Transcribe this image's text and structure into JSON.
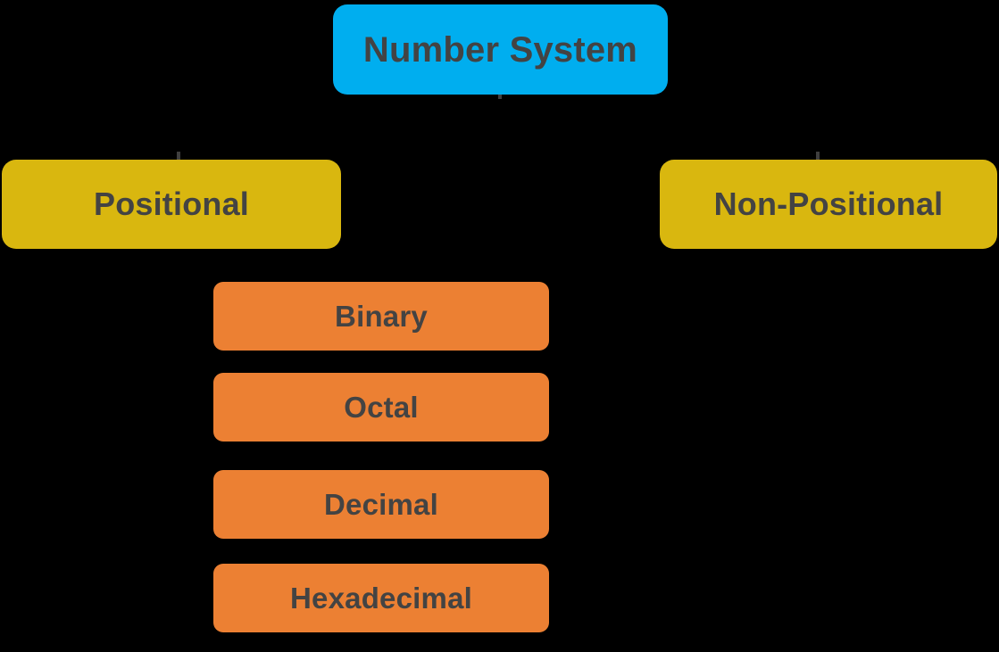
{
  "diagram": {
    "title": "Number System",
    "background_color": "#000000",
    "text_color": "#434343",
    "root": {
      "label": "Number System",
      "color": "#00AEEF"
    },
    "branches": [
      {
        "label": "Positional",
        "color": "#D9B70F"
      },
      {
        "label": "Non-Positional",
        "color": "#D9B70F"
      }
    ],
    "leaves": [
      {
        "label": "Binary",
        "color": "#EC8033"
      },
      {
        "label": "Octal",
        "color": "#EC8033"
      },
      {
        "label": "Decimal",
        "color": "#EC8033"
      },
      {
        "label": "Hexadecimal",
        "color": "#EC8033"
      }
    ],
    "connectors": {
      "color": "#3f3f3f",
      "root_to_branches": "root-stub",
      "left_branch_stub": "left-stub",
      "right_branch_stub": "right-stub"
    }
  }
}
